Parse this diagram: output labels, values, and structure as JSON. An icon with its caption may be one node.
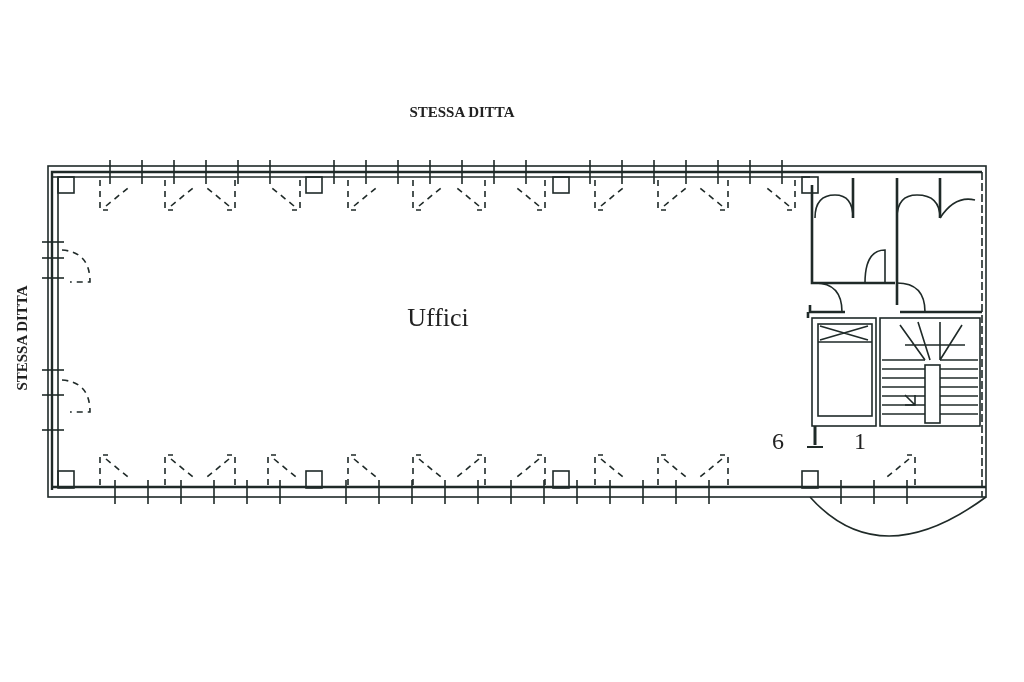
{
  "diagram": {
    "labels": [
      "STESSA DITTA",
      "STESSA DITTA",
      "Uffici",
      "6",
      "1"
    ]
  }
}
